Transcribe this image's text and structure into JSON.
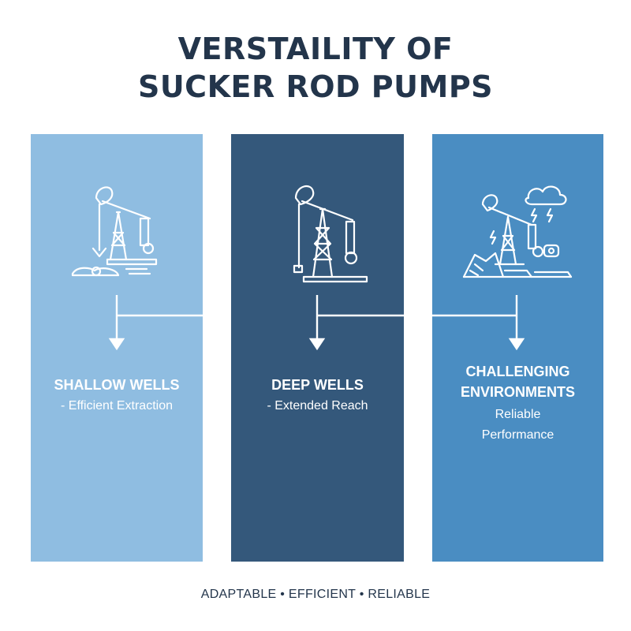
{
  "title": {
    "line1": "VERSTAILITY OF",
    "line2": "SUCKER ROD PUMPS"
  },
  "panels": [
    {
      "heading_lines": [
        "SHALLOW WELLS"
      ],
      "subtitle_lines": [
        "- Efficient Extraction"
      ],
      "icon": "pumpjack-shallow-icon",
      "color": "#8fbde1"
    },
    {
      "heading_lines": [
        "DEEP WELLS"
      ],
      "subtitle_lines": [
        "- Extended Reach"
      ],
      "icon": "pumpjack-deep-icon",
      "color": "#34587b"
    },
    {
      "heading_lines": [
        "CHALLENGING",
        "ENVIRONMENTS"
      ],
      "subtitle_lines": [
        "Reliable",
        "Performance"
      ],
      "icon": "pumpjack-storm-icon",
      "color": "#4a8dc2"
    }
  ],
  "footer": "ADAPTABLE • EFFICIENT • RELIABLE",
  "colors": {
    "title": "#23354b",
    "panel_text": "#ffffff"
  }
}
